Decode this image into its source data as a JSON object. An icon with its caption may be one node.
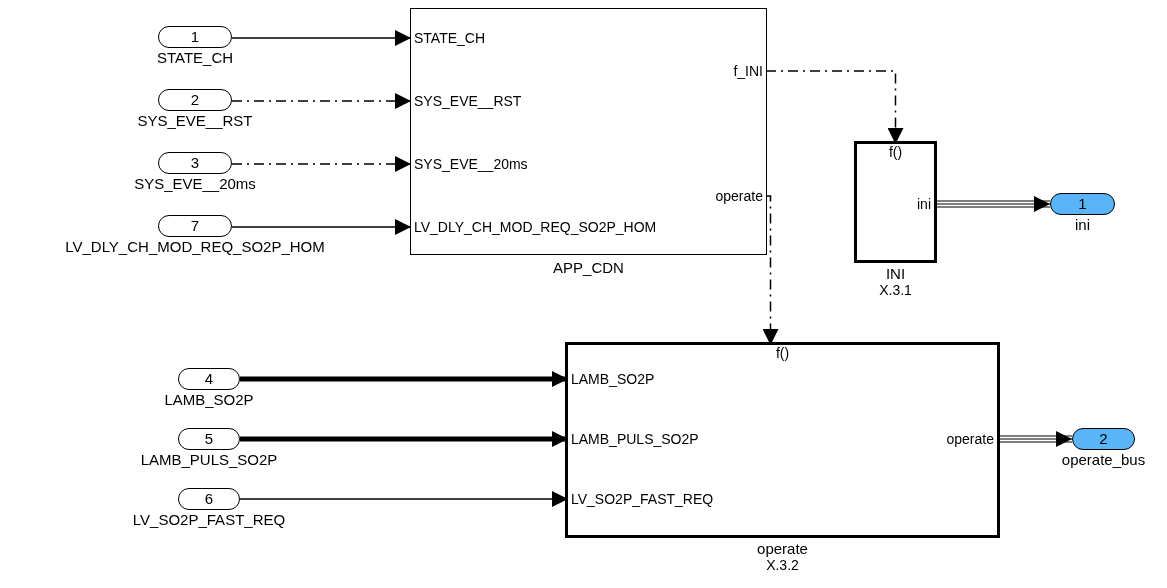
{
  "diagram": {
    "nodes": [
      {
        "text": [
          "1"
        ],
        "beside": [
          "STATE_CH"
        ]
      },
      {
        "text": [
          "2"
        ],
        "beside": [
          "SYS_EVE__RST"
        ]
      },
      {
        "text": [
          "3"
        ],
        "beside": [
          "SYS_EVE__20ms"
        ]
      },
      {
        "text": [
          "7"
        ],
        "beside": [
          "LV_DLY_CH_MOD_REQ_SO2P_HOM"
        ]
      },
      {
        "text": [
          "APP_CDN"
        ]
      },
      {
        "text": [
          "STATE_CH"
        ],
        "in": 4
      },
      {
        "text": [
          "SYS_EVE__RST"
        ],
        "in": 4
      },
      {
        "text": [
          "SYS_EVE__20ms"
        ],
        "in": 4
      },
      {
        "text": [
          "LV_DLY_CH_MOD_REQ_SO2P_HOM"
        ],
        "in": 4
      },
      {
        "text": [
          "f_INI"
        ],
        "in": 4
      },
      {
        "text": [
          "operate"
        ],
        "in": 4
      },
      {
        "text": [
          "INI",
          "X.3.1"
        ]
      },
      {
        "text": [
          "f()"
        ],
        "in": 11
      },
      {
        "text": [
          "ini"
        ],
        "in": 11
      },
      {
        "text": [
          "1"
        ],
        "beside": [
          "ini"
        ]
      },
      {
        "text": [
          "4"
        ],
        "beside": [
          "LAMB_SO2P"
        ]
      },
      {
        "text": [
          "5"
        ],
        "beside": [
          "LAMB_PULS_SO2P"
        ]
      },
      {
        "text": [
          "6"
        ],
        "beside": [
          "LV_SO2P_FAST_REQ"
        ]
      },
      {
        "text": [
          "operate",
          "X.3.2"
        ]
      },
      {
        "text": [
          "f()"
        ],
        "in": 18
      },
      {
        "text": [
          "LAMB_SO2P"
        ],
        "in": 18
      },
      {
        "text": [
          "LAMB_PULS_SO2P"
        ],
        "in": 18
      },
      {
        "text": [
          "LV_SO2P_FAST_REQ"
        ],
        "in": 18
      },
      {
        "text": [
          "operate"
        ],
        "in": 18
      },
      {
        "text": [
          "2"
        ],
        "beside": [
          "operate_bus"
        ]
      }
    ],
    "edges": [
      {
        "from": 0,
        "to": 5,
        "arrow": "to"
      },
      {
        "from": 1,
        "to": 6,
        "arrow": "to",
        "style": "dashed"
      },
      {
        "from": 2,
        "to": 7,
        "arrow": "to",
        "style": "dashed"
      },
      {
        "from": 3,
        "to": 8,
        "arrow": "to"
      },
      {
        "from": 9,
        "to": 12,
        "arrow": "to",
        "style": "dashed"
      },
      {
        "from": 10,
        "to": 19,
        "arrow": "to",
        "style": "dashed"
      },
      {
        "from": 13,
        "to": 14,
        "arrow": "to"
      },
      {
        "from": 15,
        "to": 20,
        "arrow": "to",
        "style": "thick"
      },
      {
        "from": 16,
        "to": 21,
        "arrow": "to",
        "style": "thick"
      },
      {
        "from": 17,
        "to": 22,
        "arrow": "to"
      },
      {
        "from": 23,
        "to": 24,
        "arrow": "to"
      }
    ]
  }
}
